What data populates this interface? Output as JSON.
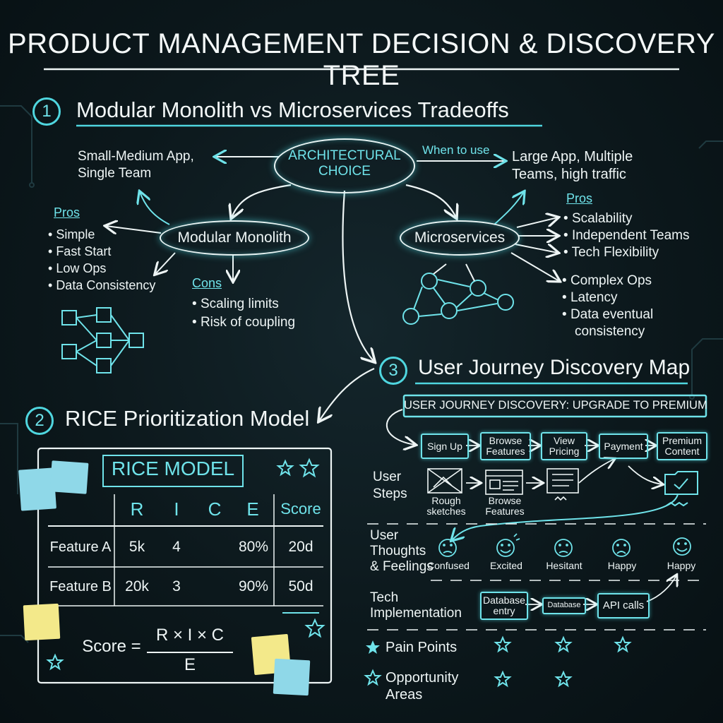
{
  "title": "Product Management Decision & Discovery Tree",
  "section1": {
    "number": "1",
    "title": "Modular Monolith vs Microservices Tradeoffs",
    "root": [
      "ARCHITECTURAL",
      "CHOICE"
    ],
    "when_to_use": "When to use",
    "left_context": [
      "Small-Medium App,",
      "Single Team"
    ],
    "right_context": [
      "Large App, Multiple",
      "Teams, high traffic"
    ],
    "monolith": {
      "label": "Modular Monolith",
      "pros_label": "Pros",
      "pros": [
        "Simple",
        "Fast Start",
        "Low Ops",
        "Data Consistency"
      ],
      "cons_label": "Cons",
      "cons": [
        "Scaling limits",
        "Risk of coupling"
      ]
    },
    "micro": {
      "label": "Microservices",
      "pros_label": "Pros",
      "pros": [
        "Scalability",
        "Independent Teams",
        "Tech Flexibility"
      ],
      "cons": [
        "Complex Ops",
        "Latency",
        "Data eventual"
      ],
      "cons_cont": "consistency"
    }
  },
  "section2": {
    "number": "2",
    "title": "RICE Prioritization Model",
    "table_title": "RICE MODEL",
    "headers": [
      "R",
      "I",
      "C",
      "E",
      "Score"
    ],
    "rows": [
      {
        "name": "Feature A",
        "values": [
          "5k",
          "4",
          "",
          "80%",
          "20d"
        ]
      },
      {
        "name": "Feature B",
        "values": [
          "20k",
          "3",
          "",
          "90%",
          "50d"
        ]
      }
    ],
    "formula_left": "Score =",
    "formula_numerator": "R × I × C",
    "formula_denominator": "E"
  },
  "section3": {
    "number": "3",
    "title": "User Journey Discovery Map",
    "banner": "USER JOURNEY DISCOVERY: UPGRADE TO PREMIUM",
    "steps": [
      "Sign Up",
      "Browse Features",
      "View Pricing",
      "Payment",
      "Premium Content"
    ],
    "user_steps_label": [
      "User",
      "Steps"
    ],
    "sketch_labels": [
      "Rough sketches",
      "Browse Features"
    ],
    "thoughts_label": [
      "User",
      "Thoughts",
      "& Feelings"
    ],
    "feelings": [
      "Confused",
      "Excited",
      "Hesitant",
      "Happy",
      "Happy"
    ],
    "tech_label": [
      "Tech",
      "Implementation"
    ],
    "tech_steps": [
      "Database entry",
      "Database",
      "API calls"
    ],
    "pain_points": "Pain Points",
    "opportunity": [
      "Opportunity",
      "Areas"
    ]
  },
  "colors": {
    "accent": "#4fd6df",
    "accent_light": "#6fe3ea",
    "background": "#0c181c",
    "note_blue": "#8fd8e8",
    "note_yellow": "#f3e98a"
  }
}
